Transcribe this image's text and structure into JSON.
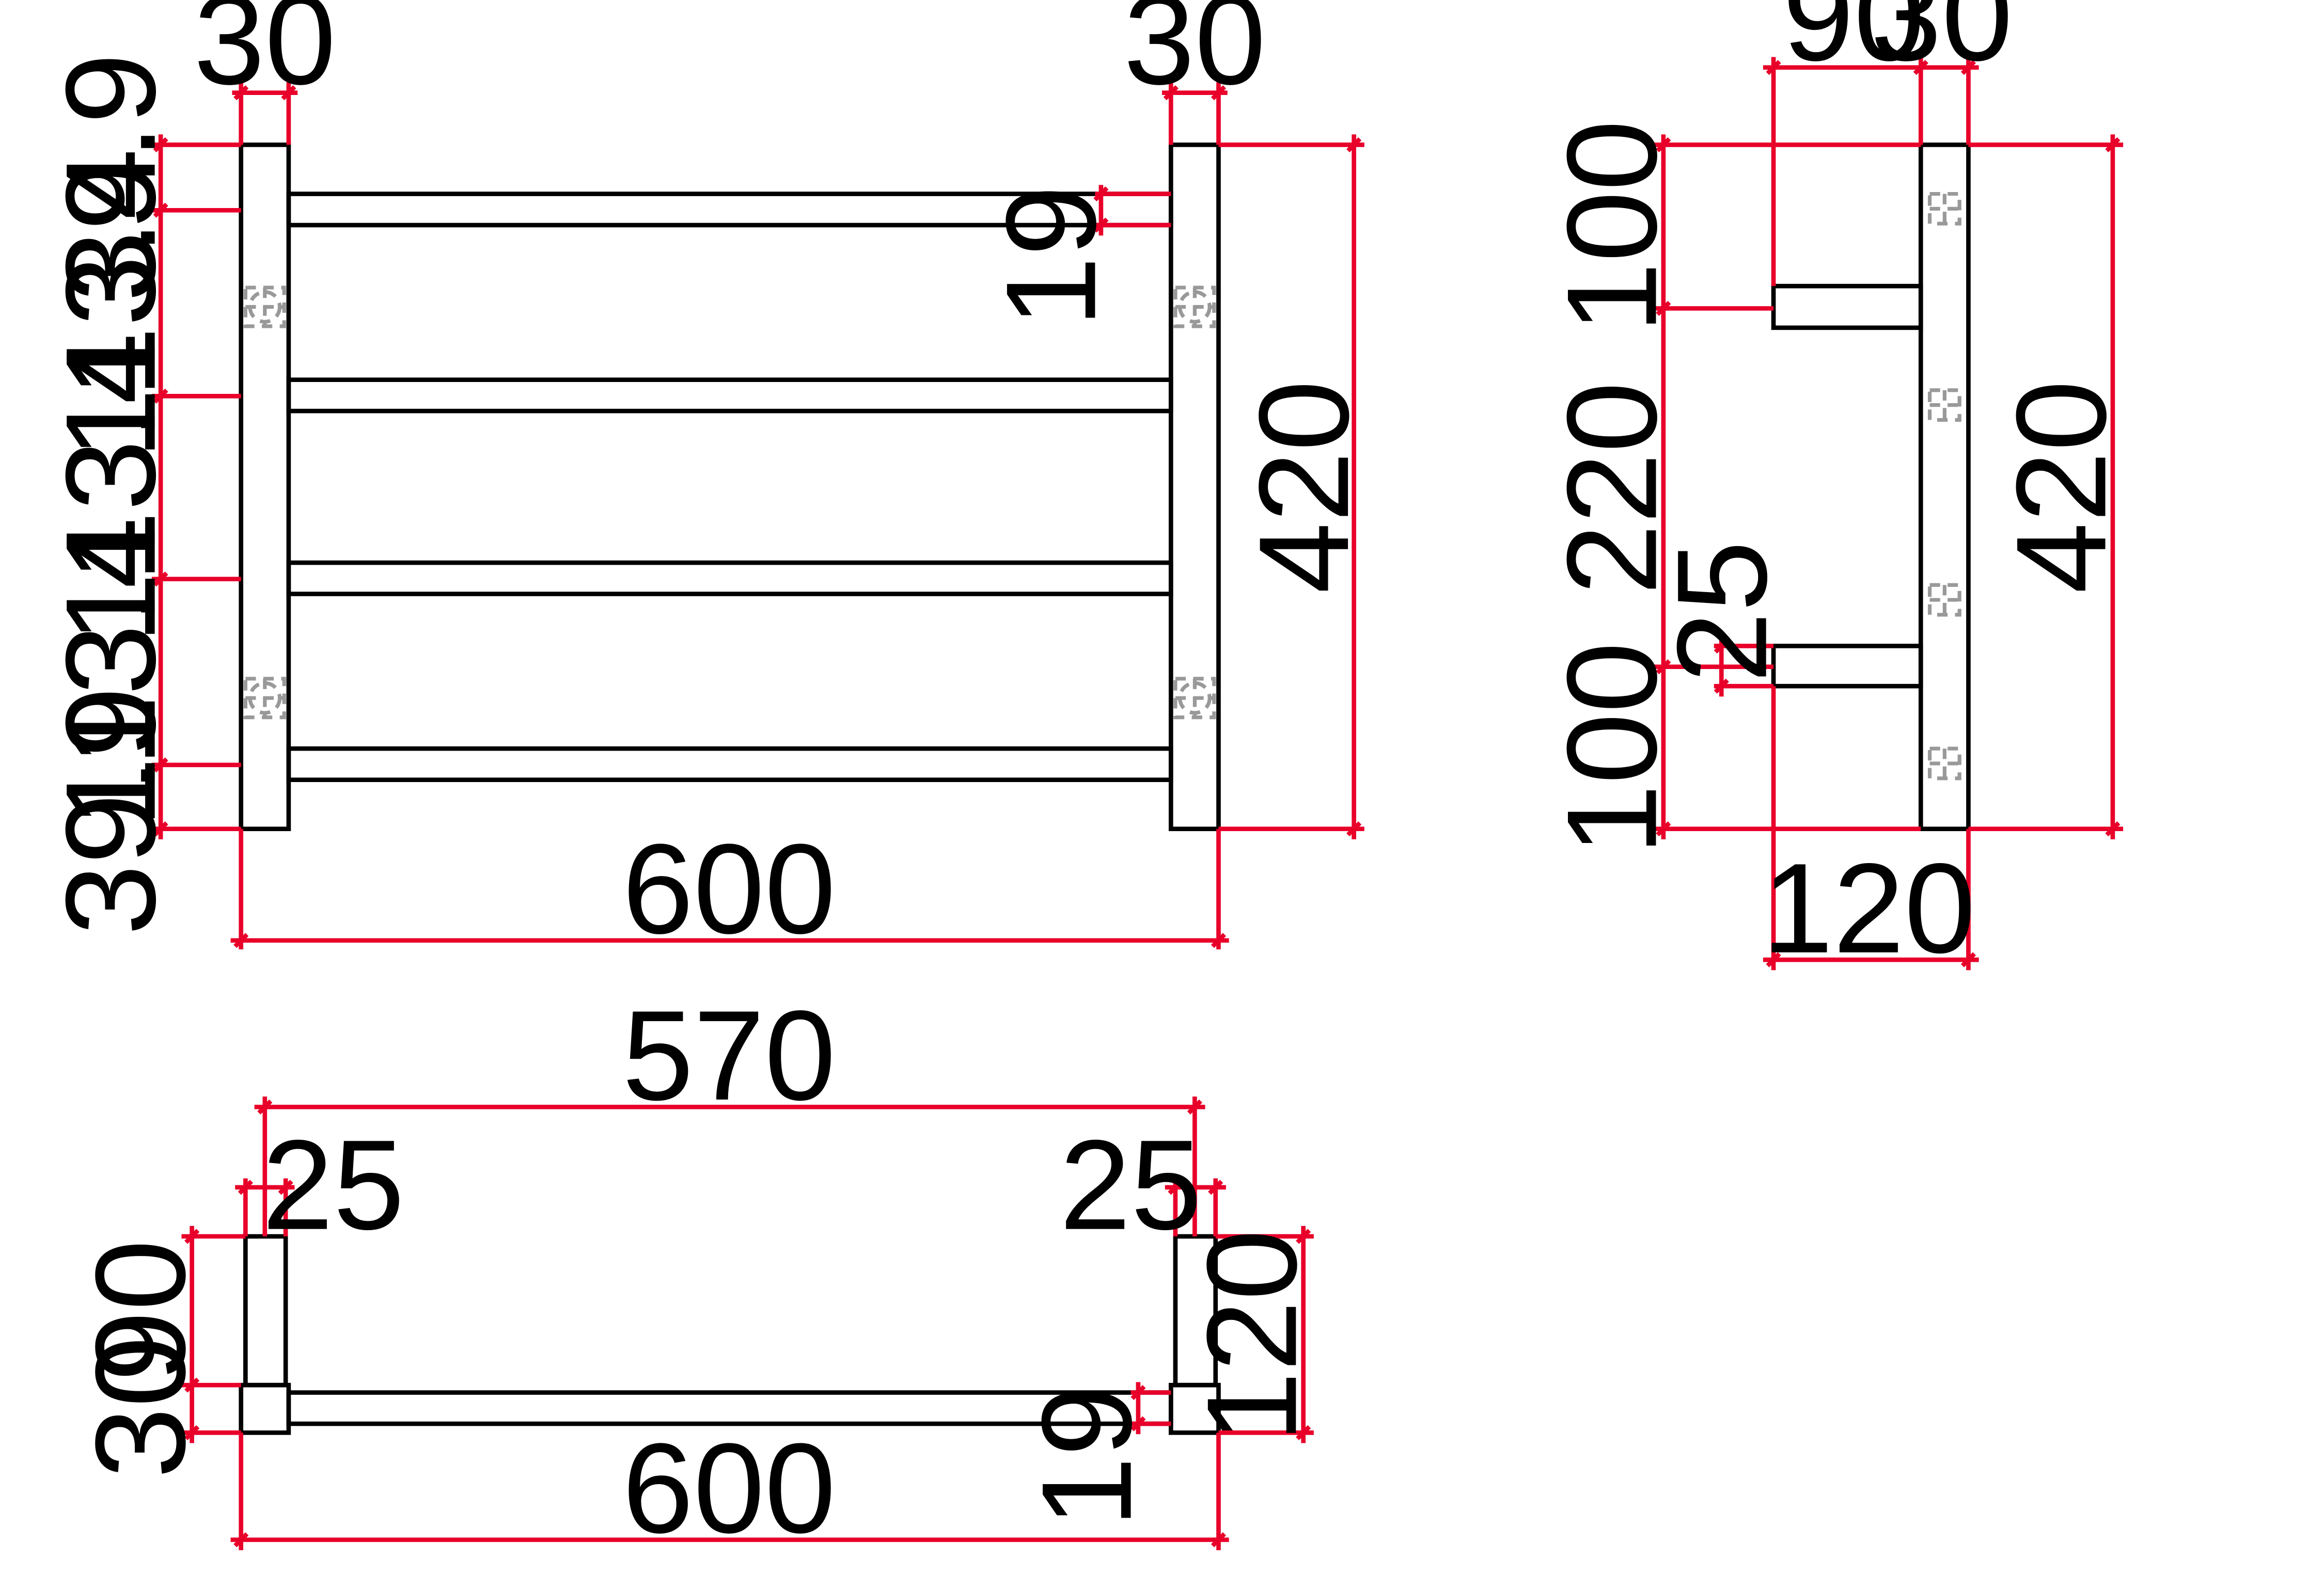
{
  "colors": {
    "geometry": "#000000",
    "dimension": "#e8002a",
    "hidden": "#999999"
  },
  "front": {
    "post_width_left": "30",
    "post_width_right": "30",
    "spacing_top": "39.9",
    "spacing_1": "113.4",
    "spacing_2": "113.4",
    "spacing_3": "113.4",
    "spacing_bottom": "39.9",
    "bar_thickness": "19",
    "height": "420",
    "width": "600"
  },
  "side": {
    "arm_depth": "90",
    "post_depth": "30",
    "top_offset": "100",
    "middle": "220",
    "bottom_offset": "100",
    "arm_thickness": "25",
    "height": "420",
    "total_depth": "120"
  },
  "plan": {
    "inner_span": "570",
    "post_left": "25",
    "post_right": "25",
    "arm_depth": "90",
    "post_depth": "30",
    "total_depth": "120",
    "bar_thickness": "19",
    "width": "600"
  }
}
